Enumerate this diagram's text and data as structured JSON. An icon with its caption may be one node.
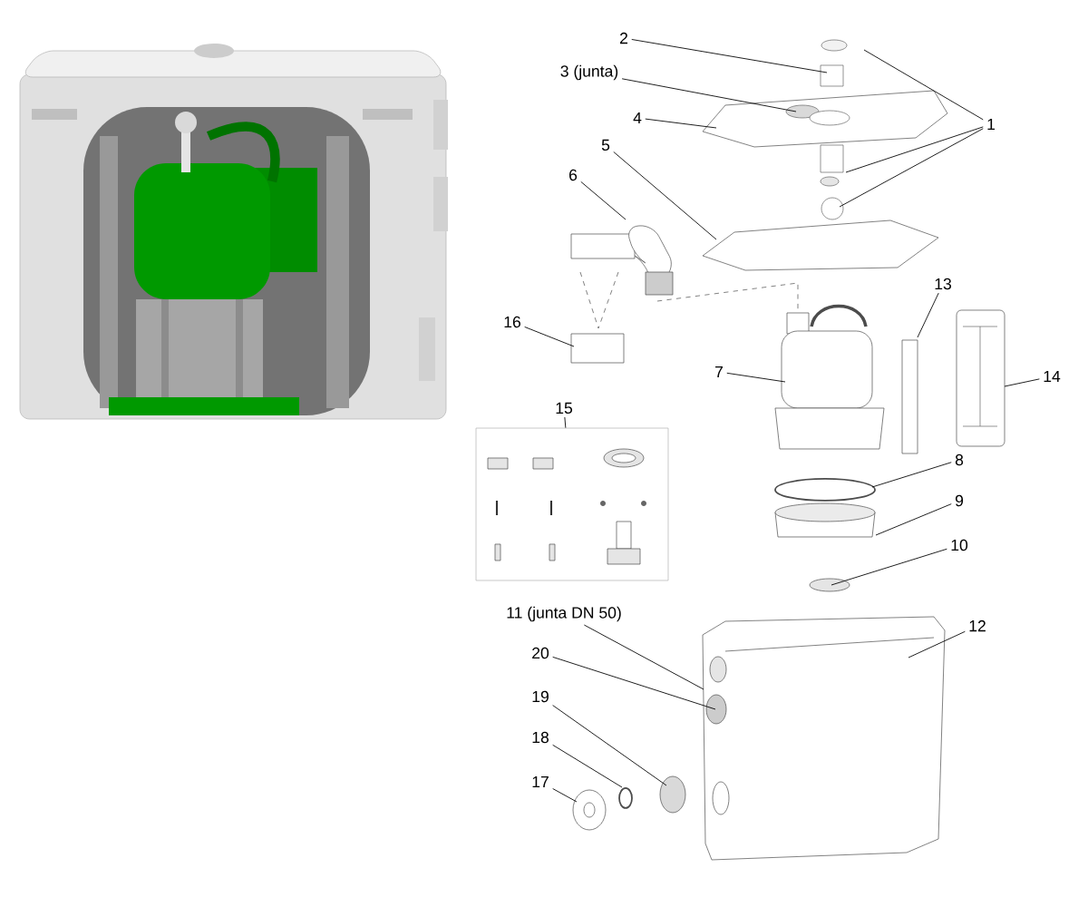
{
  "diagram": {
    "nodes": [
      {
        "text": [
          "2"
        ]
      },
      {
        "text": [
          "3 (junta)"
        ]
      },
      {
        "text": [
          "4"
        ]
      },
      {
        "text": [
          "1"
        ]
      },
      {
        "text": [
          "5"
        ]
      },
      {
        "text": [
          "6"
        ]
      },
      {
        "text": [
          "13"
        ]
      },
      {
        "text": [
          "16"
        ]
      },
      {
        "text": [
          "7"
        ]
      },
      {
        "text": [
          "14"
        ]
      },
      {
        "text": [
          "15"
        ]
      },
      {
        "text": [],
        "shape": "box"
      },
      {
        "text": [
          "8"
        ]
      },
      {
        "text": [
          "9"
        ]
      },
      {
        "text": [
          "10"
        ]
      },
      {
        "text": [
          "11 (junta DN 50)"
        ]
      },
      {
        "text": [
          "12"
        ]
      },
      {
        "text": [
          "20"
        ]
      },
      {
        "text": [
          "19"
        ]
      },
      {
        "text": [
          "18"
        ]
      },
      {
        "text": [
          "17"
        ]
      }
    ],
    "edges": [
      {
        "from": 0,
        "to": null,
        "arrow": "none"
      },
      {
        "from": 1,
        "to": null,
        "arrow": "none"
      },
      {
        "from": 2,
        "to": null,
        "arrow": "none"
      },
      {
        "from": 3,
        "to": null,
        "arrow": "none"
      },
      {
        "from": 3,
        "to": null,
        "arrow": "none"
      },
      {
        "from": 3,
        "to": null,
        "arrow": "none"
      },
      {
        "from": 4,
        "to": null,
        "arrow": "none"
      },
      {
        "from": 5,
        "to": null,
        "arrow": "none"
      },
      {
        "from": 6,
        "to": null,
        "arrow": "none"
      },
      {
        "from": 7,
        "to": null,
        "arrow": "none"
      },
      {
        "from": 8,
        "to": null,
        "arrow": "none"
      },
      {
        "from": 9,
        "to": null,
        "arrow": "none"
      },
      {
        "from": 10,
        "to": 11,
        "arrow": "none"
      },
      {
        "from": 12,
        "to": null,
        "arrow": "none"
      },
      {
        "from": 13,
        "to": null,
        "arrow": "none"
      },
      {
        "from": 14,
        "to": null,
        "arrow": "none"
      },
      {
        "from": 15,
        "to": null,
        "arrow": "none"
      },
      {
        "from": 16,
        "to": null,
        "arrow": "none"
      },
      {
        "from": 17,
        "to": null,
        "arrow": "none"
      },
      {
        "from": 18,
        "to": null,
        "arrow": "none"
      },
      {
        "from": 19,
        "to": null,
        "arrow": "none"
      },
      {
        "from": 20,
        "to": null,
        "arrow": "none"
      }
    ]
  }
}
